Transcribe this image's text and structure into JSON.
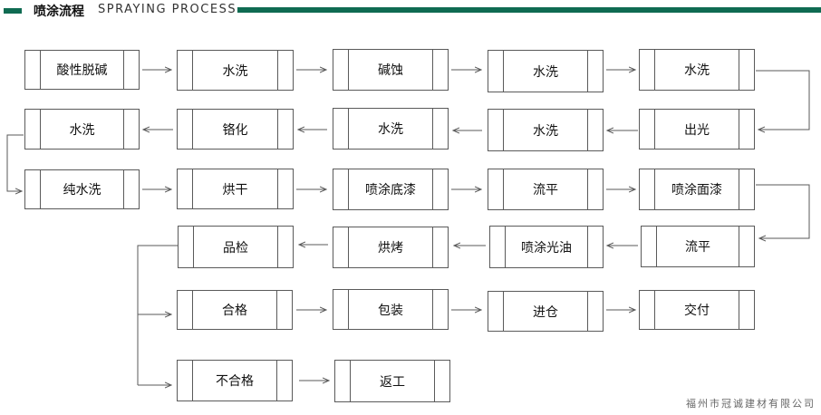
{
  "header": {
    "title": "喷涂流程",
    "subtitle": "SPRAYING PROCESS"
  },
  "colors": {
    "accent": "#0f6b52",
    "line": "#5a5a5a"
  },
  "steps": {
    "row1": [
      "酸性脱碱",
      "水洗",
      "碱蚀",
      "水洗",
      "水洗"
    ],
    "row2": [
      "水洗",
      "铬化",
      "水洗",
      "水洗",
      "出光"
    ],
    "row3": [
      "纯水洗",
      "烘干",
      "喷涂底漆",
      "流平",
      "喷涂面漆"
    ],
    "row4": [
      "品检",
      "烘烤",
      "喷涂光油",
      "流平"
    ],
    "row5": [
      "合格",
      "包装",
      "进仓",
      "交付"
    ],
    "row6": [
      "不合格",
      "返工"
    ]
  },
  "footer": {
    "company": "福州市冠诚建材有限公司"
  }
}
